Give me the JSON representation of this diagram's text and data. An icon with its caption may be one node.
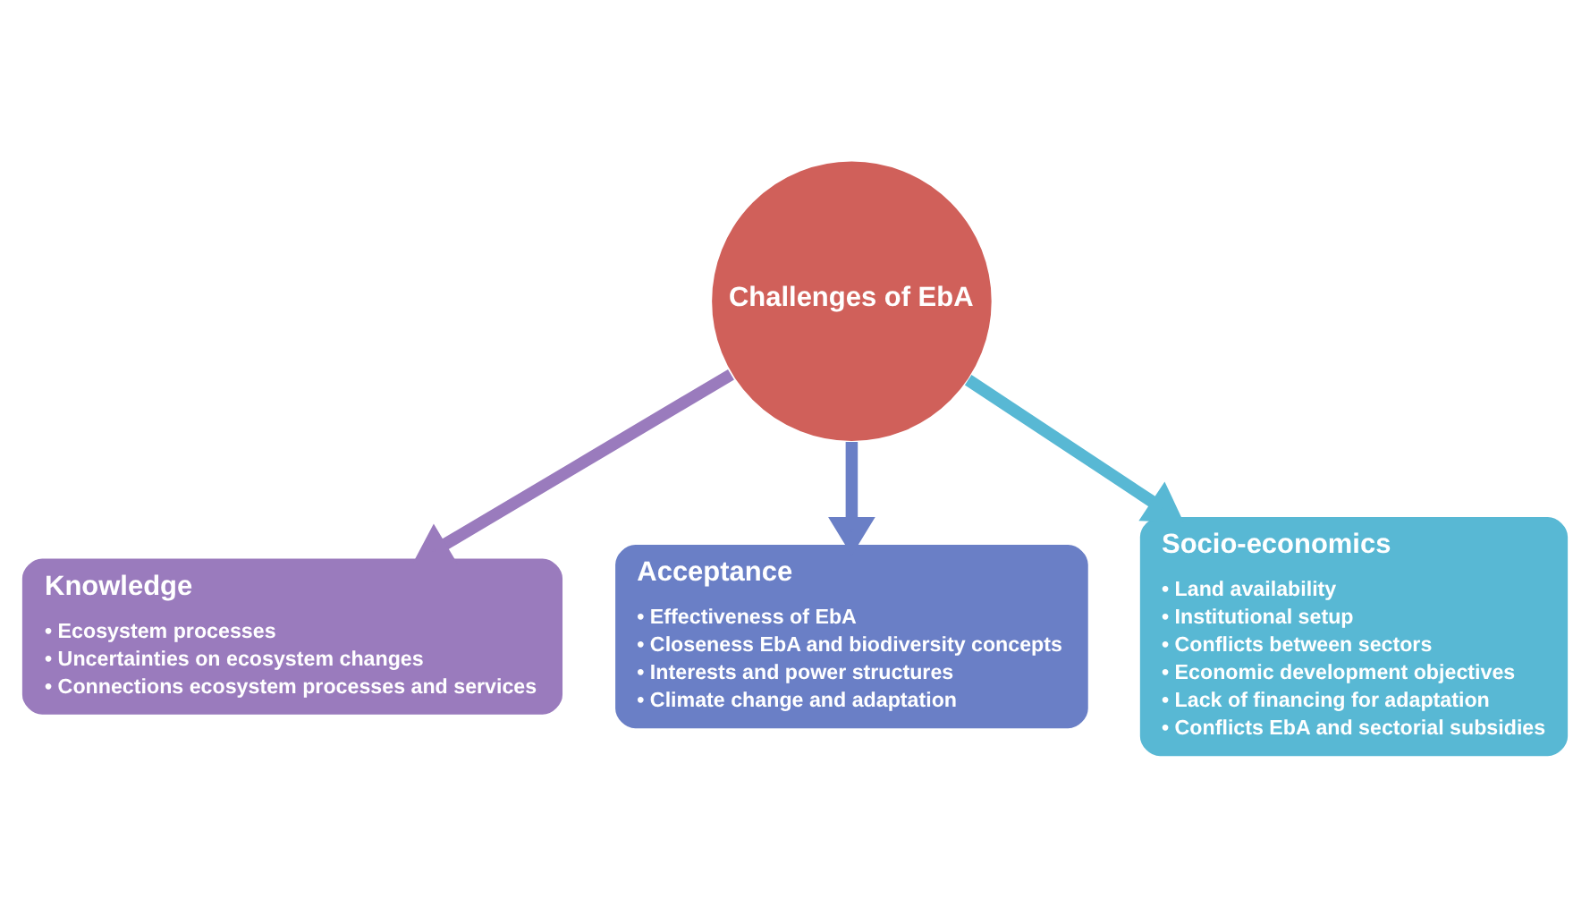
{
  "diagram": {
    "nodes": [
      {
        "text": [
          "Challenges of EbA"
        ]
      },
      {
        "text": [
          "Knowledge",
          "• Ecosystem processes",
          "• Uncertainties on ecosystem changes",
          "• Connections ecosystem processes and services"
        ]
      },
      {
        "text": [
          "Acceptance",
          "• Effectiveness of EbA",
          "• Closeness EbA and biodiversity concepts",
          "• Interests and power structures",
          "• Climate change and adaptation"
        ]
      },
      {
        "text": [
          "Socio-economics",
          "• Land availability",
          "• Institutional setup",
          "• Conflicts between sectors",
          "• Economic development objectives",
          "• Lack of financing for adaptation",
          "• Conflicts EbA and sectorial subsidies"
        ]
      }
    ],
    "edges": [
      {
        "from": 0,
        "to": 1,
        "arrow": "to",
        "color": "#9a7bbd"
      },
      {
        "from": 0,
        "to": 2,
        "arrow": "to",
        "color": "#6a7fc6"
      },
      {
        "from": 0,
        "to": 3,
        "arrow": "to",
        "color": "#58b8d4"
      }
    ]
  }
}
